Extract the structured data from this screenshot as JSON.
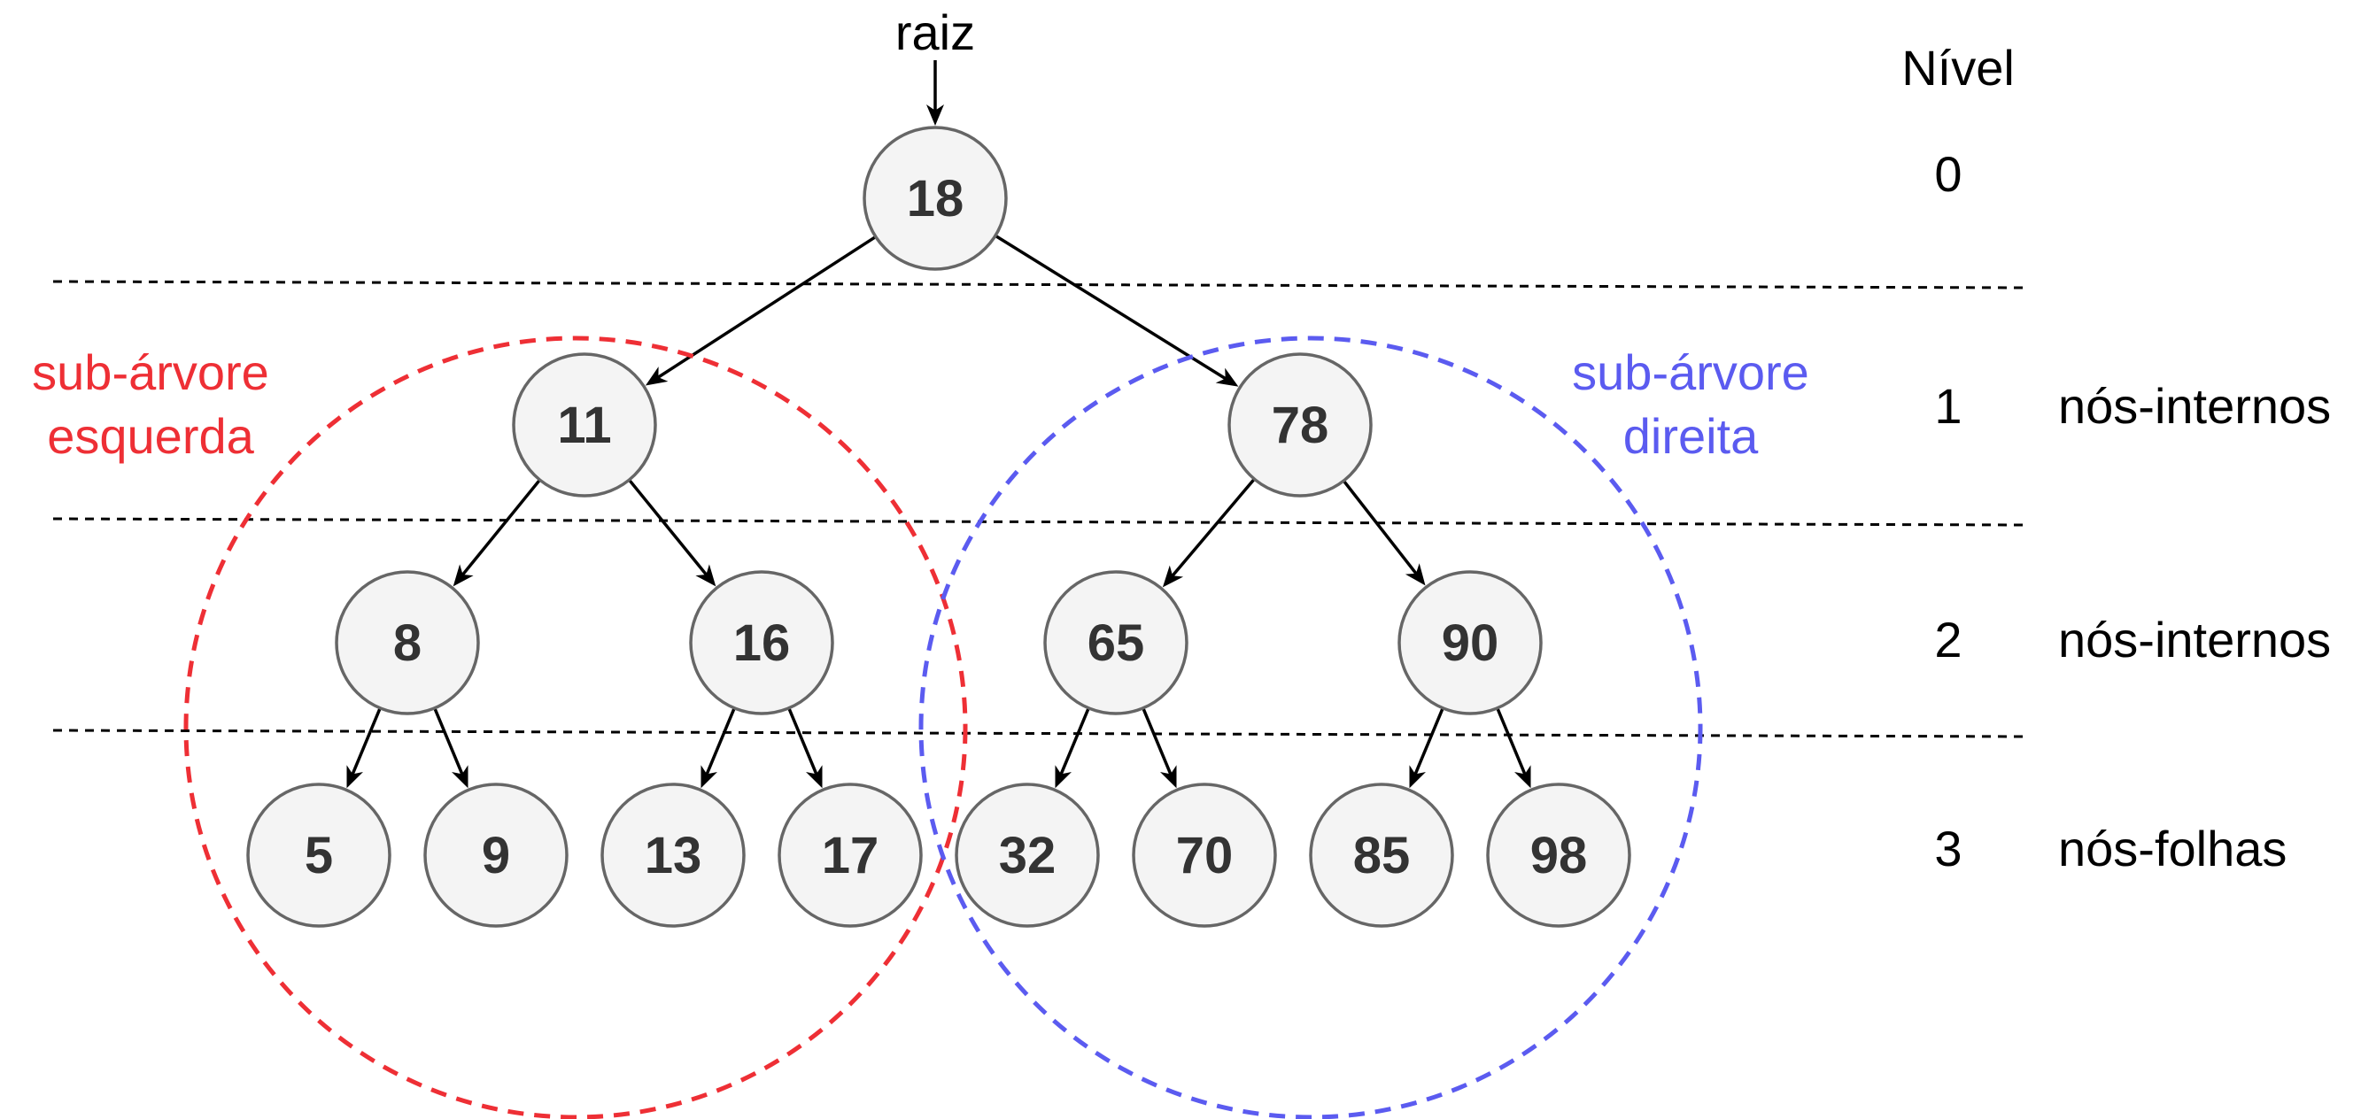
{
  "root_label": "raiz",
  "level_header": "Nível",
  "levels": [
    {
      "number": "0",
      "type": ""
    },
    {
      "number": "1",
      "type": "nós-internos"
    },
    {
      "number": "2",
      "type": "nós-internos"
    },
    {
      "number": "3",
      "type": "nós-folhas"
    }
  ],
  "subtrees": {
    "left": {
      "line1": "sub-árvore",
      "line2": "esquerda",
      "color": "#ee2f35"
    },
    "right": {
      "line1": "sub-árvore",
      "line2": "direita",
      "color": "#5b5bf0"
    }
  },
  "tree": {
    "nodes": [
      {
        "id": "n18",
        "value": "18",
        "level": 0
      },
      {
        "id": "n11",
        "value": "11",
        "level": 1
      },
      {
        "id": "n78",
        "value": "78",
        "level": 1
      },
      {
        "id": "n8",
        "value": "8",
        "level": 2
      },
      {
        "id": "n16",
        "value": "16",
        "level": 2
      },
      {
        "id": "n65",
        "value": "65",
        "level": 2
      },
      {
        "id": "n90",
        "value": "90",
        "level": 2
      },
      {
        "id": "n5",
        "value": "5",
        "level": 3
      },
      {
        "id": "n9",
        "value": "9",
        "level": 3
      },
      {
        "id": "n13",
        "value": "13",
        "level": 3
      },
      {
        "id": "n17",
        "value": "17",
        "level": 3
      },
      {
        "id": "n32",
        "value": "32",
        "level": 3
      },
      {
        "id": "n70",
        "value": "70",
        "level": 3
      },
      {
        "id": "n85",
        "value": "85",
        "level": 3
      },
      {
        "id": "n98",
        "value": "98",
        "level": 3
      }
    ],
    "edges": [
      [
        "n18",
        "n11"
      ],
      [
        "n18",
        "n78"
      ],
      [
        "n11",
        "n8"
      ],
      [
        "n11",
        "n16"
      ],
      [
        "n78",
        "n65"
      ],
      [
        "n78",
        "n90"
      ],
      [
        "n8",
        "n5"
      ],
      [
        "n8",
        "n9"
      ],
      [
        "n16",
        "n13"
      ],
      [
        "n16",
        "n17"
      ],
      [
        "n65",
        "n32"
      ],
      [
        "n65",
        "n70"
      ],
      [
        "n90",
        "n85"
      ],
      [
        "n90",
        "n98"
      ]
    ]
  }
}
